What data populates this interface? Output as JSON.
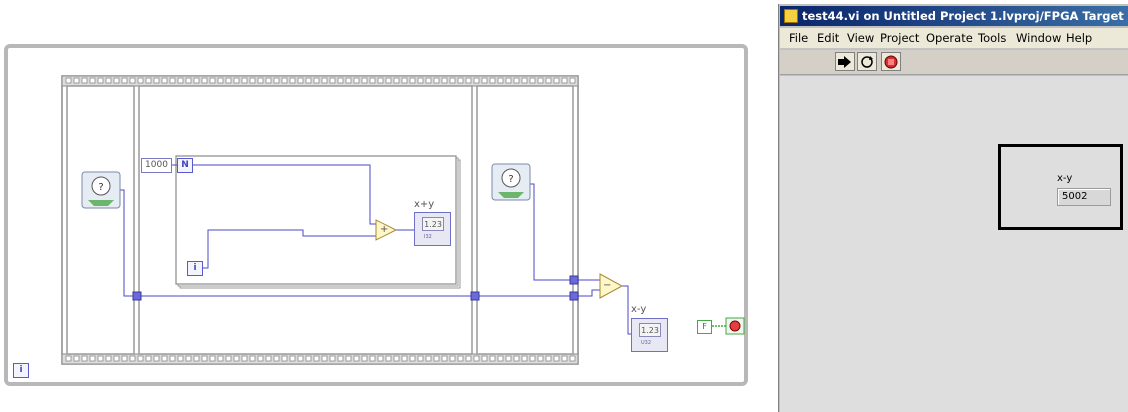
{
  "window": {
    "title": "test44.vi on Untitled Project 1.lvproj/FPGA Target"
  },
  "menu": [
    "File",
    "Edit",
    "View",
    "Project",
    "Operate",
    "Tools",
    "Window",
    "Help"
  ],
  "toolbar": {
    "run_icon": "run-arrow-icon",
    "run_continuously_icon": "run-continuously-icon",
    "abort_icon": "abort-stop-icon"
  },
  "front_panel": {
    "indicator": {
      "label": "x-y",
      "value": "5002"
    }
  },
  "block_diagram": {
    "loop_count_constant": "1000",
    "count_terminal": "N",
    "iteration_terminal_inner": "i",
    "iteration_terminal_outer": "i",
    "sum_indicator": {
      "label": "x+y",
      "display": "1.23",
      "type": "I32"
    },
    "diff_indicator": {
      "label": "x-y",
      "display": "1.23",
      "type": "U32"
    },
    "add_symbol": "+",
    "subtract_symbol": "−",
    "stop_constant": "F",
    "colors": {
      "wire": "#4a4ac8",
      "frame_border": "#9a9a9a",
      "loop_border": "#8a8a8a",
      "title_bar_start": "#0a246a",
      "title_bar_end": "#3a6ea5"
    }
  }
}
